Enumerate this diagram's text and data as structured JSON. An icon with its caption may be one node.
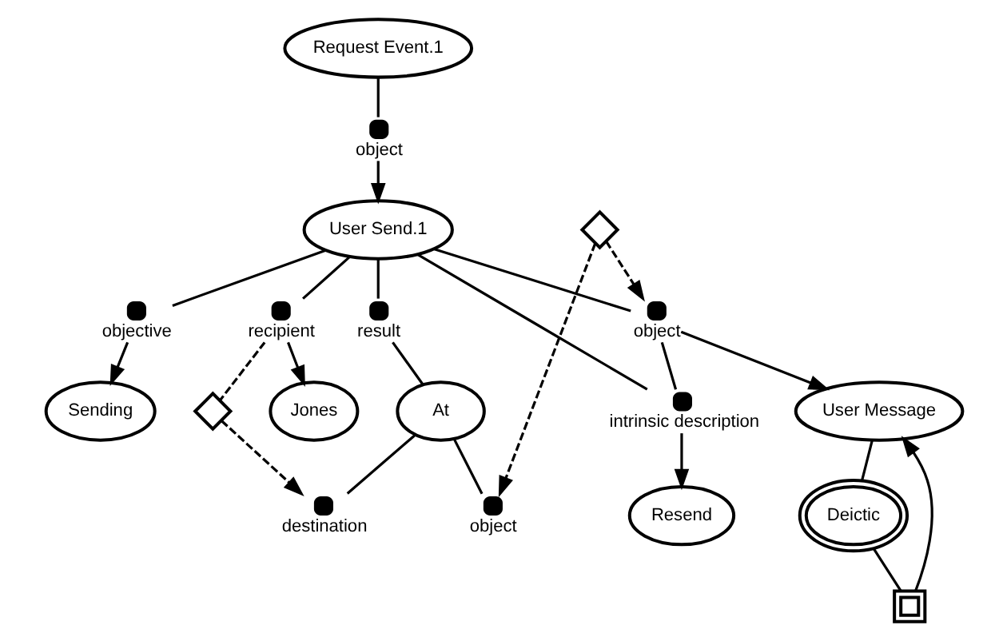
{
  "diagram": {
    "nodes": [
      {
        "text": [
          "Request Event.1"
        ]
      },
      {
        "text": [],
        "shape": "circle",
        "beside": [
          "object"
        ]
      },
      {
        "text": [
          "User Send.1"
        ]
      },
      {
        "text": [],
        "shape": "circle",
        "beside": [
          "objective"
        ]
      },
      {
        "text": [
          "Sending"
        ]
      },
      {
        "text": [],
        "shape": "circle",
        "beside": [
          "recipient"
        ]
      },
      {
        "text": [
          "Jones"
        ]
      },
      {
        "text": [],
        "shape": "circle",
        "beside": [
          "result"
        ]
      },
      {
        "text": [
          "At"
        ]
      },
      {
        "text": [],
        "shape": "circle",
        "beside": [
          "object"
        ]
      },
      {
        "text": [],
        "shape": "circle",
        "beside": [
          "destination"
        ]
      },
      {
        "text": [],
        "shape": "circle",
        "beside": [
          "object"
        ]
      },
      {
        "text": [],
        "shape": "circle",
        "beside": [
          "intrinsic description"
        ]
      },
      {
        "text": [
          "Resend"
        ]
      },
      {
        "text": [
          "User Message"
        ]
      },
      {
        "text": [
          "Deictic"
        ]
      },
      {
        "text": [],
        "shape": "diamond"
      },
      {
        "text": [],
        "shape": "diamond"
      },
      {
        "text": [],
        "shape": "box"
      }
    ],
    "edges": [
      {
        "from": 0,
        "to": 1,
        "arrow": "none"
      },
      {
        "from": 1,
        "to": 2,
        "arrow": "to"
      },
      {
        "from": 2,
        "to": 3,
        "arrow": "none"
      },
      {
        "from": 3,
        "to": 4,
        "arrow": "to"
      },
      {
        "from": 2,
        "to": 5,
        "arrow": "none"
      },
      {
        "from": 5,
        "to": 6,
        "arrow": "to"
      },
      {
        "from": 2,
        "to": 7,
        "arrow": "none"
      },
      {
        "from": 7,
        "to": 8,
        "arrow": "none"
      },
      {
        "from": 8,
        "to": 9,
        "arrow": "none"
      },
      {
        "from": 8,
        "to": 10,
        "arrow": "none"
      },
      {
        "from": 2,
        "to": 11,
        "arrow": "none"
      },
      {
        "from": 11,
        "to": 14,
        "arrow": "to"
      },
      {
        "from": 11,
        "to": 12,
        "arrow": "none"
      },
      {
        "from": 2,
        "to": 12,
        "arrow": "none"
      },
      {
        "from": 12,
        "to": 13,
        "arrow": "to"
      },
      {
        "from": 14,
        "to": 15,
        "arrow": "none"
      },
      {
        "from": 15,
        "to": 18,
        "arrow": "none"
      },
      {
        "from": 18,
        "to": 14,
        "arrow": "to"
      },
      {
        "from": 16,
        "to": 9,
        "arrow": "to",
        "style": "dashed"
      },
      {
        "from": 16,
        "to": 11,
        "arrow": "to",
        "style": "dashed"
      },
      {
        "from": 5,
        "to": 17,
        "arrow": "none",
        "style": "dashed"
      },
      {
        "from": 17,
        "to": 10,
        "arrow": "to",
        "style": "dashed"
      }
    ]
  }
}
